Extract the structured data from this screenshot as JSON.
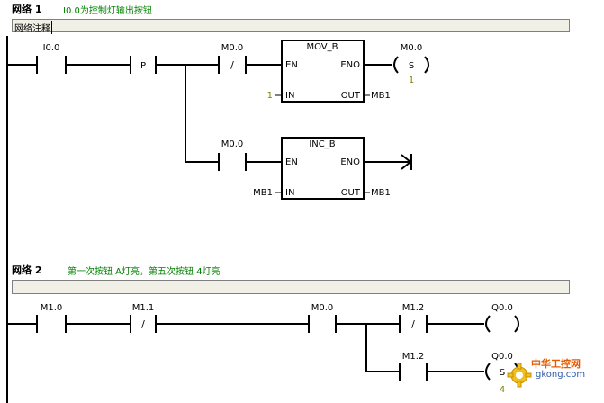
{
  "network1": {
    "label": "网络 1",
    "description": "I0.0为控制灯输出按钮",
    "comment": "网络注释",
    "contacts": {
      "i0_0": "I0.0",
      "p": "P",
      "m0_0_a": "M0.0",
      "m0_0_b": "M0.0"
    },
    "mov_b": {
      "name": "MOV_B",
      "en": "EN",
      "eno": "ENO",
      "in": "IN",
      "out": "OUT",
      "in_value": "1",
      "out_value": "MB1"
    },
    "inc_b": {
      "name": "INC_B",
      "en": "EN",
      "eno": "ENO",
      "in": "IN",
      "out": "OUT",
      "in_value": "MB1",
      "out_value": "MB1"
    },
    "coil": {
      "address": "M0.0",
      "type": "S",
      "count": "1"
    }
  },
  "network2": {
    "label": "网络 2",
    "description": "第一次按钮 A灯亮，第五次按钮 4灯亮",
    "contacts": {
      "m1_0": "M1.0",
      "m1_1": "M1.1",
      "m0_0": "M0.0",
      "m1_2_a": "M1.2",
      "m1_2_b": "M1.2"
    },
    "coil_top": {
      "address": "Q0.0"
    },
    "coil_bottom": {
      "address": "Q0.0",
      "type": "S",
      "count": "4"
    }
  },
  "symbols": {
    "negate": "/"
  },
  "watermark": {
    "line1": "中华工控网",
    "line2": "gkong.com"
  },
  "colors": {
    "background": "#ffffff",
    "comment_bg": "#f0f0e6",
    "description": "#008000",
    "value_olive": "#808000",
    "watermark_orange": "#e65a00"
  },
  "icons": {
    "watermark_logo": "gear-icon"
  }
}
